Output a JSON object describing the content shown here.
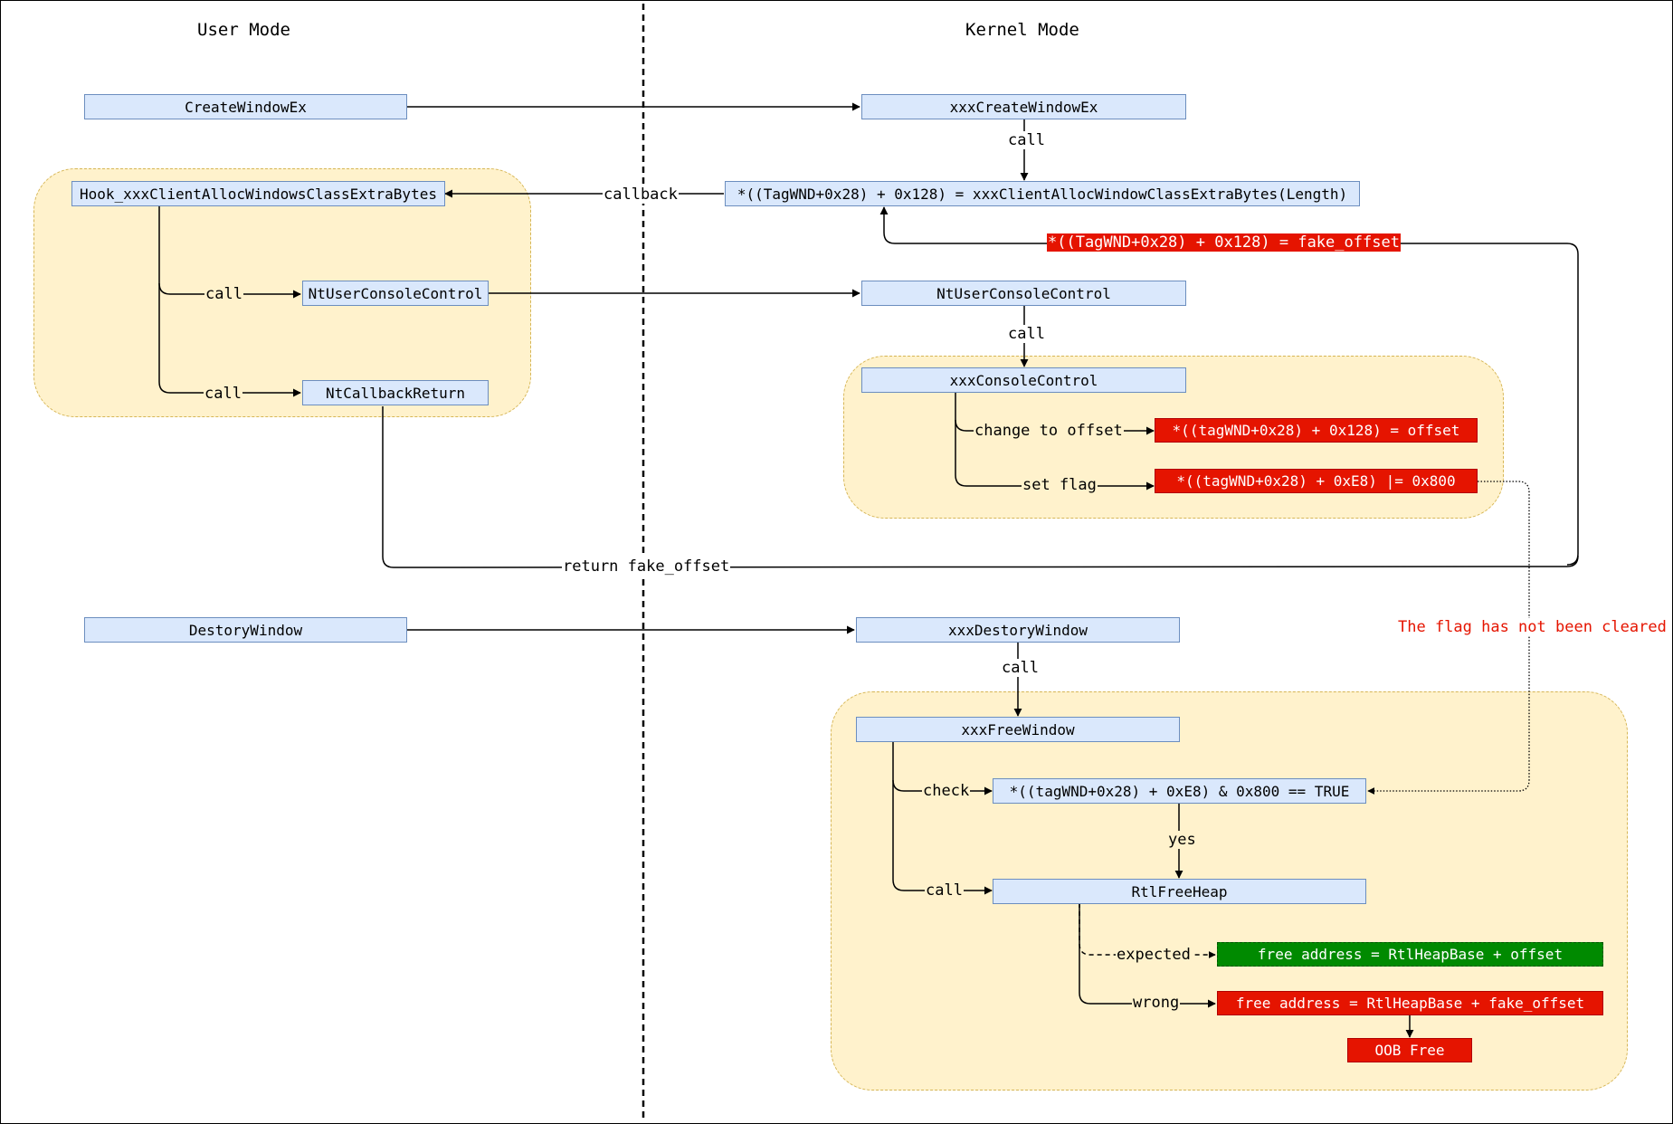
{
  "headers": {
    "user_mode": "User Mode",
    "kernel_mode": "Kernel Mode"
  },
  "user": {
    "create_window_ex": "CreateWindowEx",
    "hook": "Hook_xxxClientAllocWindowsClassExtraBytes",
    "nt_user_console_control": "NtUserConsoleControl",
    "nt_callback_return": "NtCallbackReturn",
    "destroy_window": "DestoryWindow"
  },
  "kernel": {
    "xxx_create_window_ex": "xxxCreateWindowEx",
    "alloc_extra_bytes": "*((TagWND+0x28) + 0x128) = xxxClientAllocWindowClassExtraBytes(Length)",
    "nt_user_console_control": "NtUserConsoleControl",
    "xxx_console_control": "xxxConsoleControl",
    "set_offset": "*((tagWND+0x28) + 0x128) = offset",
    "set_flag_box": "*((tagWND+0x28) + 0xE8) |= 0x800",
    "xxx_destroy_window": "xxxDestoryWindow",
    "xxx_free_window": "xxxFreeWindow",
    "check_flag": "*((tagWND+0x28) + 0xE8) & 0x800 == TRUE",
    "rtl_free_heap": "RtlFreeHeap",
    "expected_free": "free address = RtlHeapBase + offset",
    "wrong_free": "free address = RtlHeapBase + fake_offset",
    "oob_free": "OOB Free"
  },
  "edge_labels": {
    "call_1": "call",
    "callback": "callback",
    "fake_offset_write": "*((TagWND+0x28) + 0x128) = fake_offset",
    "call_hook_console": "call",
    "call_hook_return": "call",
    "call_2": "call",
    "change_to_offset": "change to offset",
    "set_flag": "set flag",
    "return_fake_offset": "return fake_offset",
    "call_3": "call",
    "check": "check",
    "yes": "yes",
    "call_free": "call",
    "expected": "expected",
    "wrong": "wrong"
  },
  "notes": {
    "flag_not_cleared": "The flag has not been cleared"
  },
  "colors": {
    "box_fill": "#dae8fc",
    "box_stroke": "#6c8ebf",
    "group_fill": "#fff2cc",
    "group_stroke": "#d6b656",
    "red": "#e51400",
    "green": "#008a00"
  }
}
